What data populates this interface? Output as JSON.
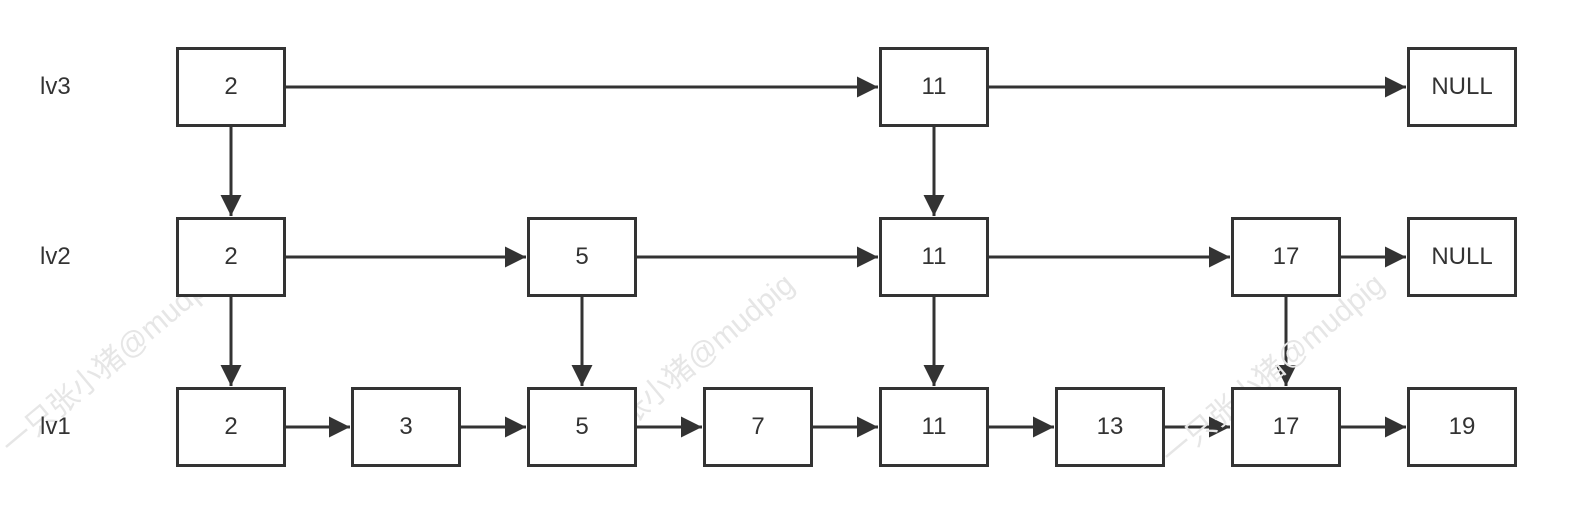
{
  "levels": [
    {
      "label": "lv3",
      "nodes": [
        {
          "col": 0,
          "text": "2"
        },
        {
          "col": 4,
          "text": "11"
        },
        {
          "col": 7,
          "text": "NULL"
        }
      ]
    },
    {
      "label": "lv2",
      "nodes": [
        {
          "col": 0,
          "text": "2"
        },
        {
          "col": 2,
          "text": "5"
        },
        {
          "col": 4,
          "text": "11"
        },
        {
          "col": 6,
          "text": "17"
        },
        {
          "col": 7,
          "text": "NULL"
        }
      ]
    },
    {
      "label": "lv1",
      "nodes": [
        {
          "col": 0,
          "text": "2"
        },
        {
          "col": 1,
          "text": "3"
        },
        {
          "col": 2,
          "text": "5"
        },
        {
          "col": 3,
          "text": "7"
        },
        {
          "col": 4,
          "text": "11"
        },
        {
          "col": 5,
          "text": "13"
        },
        {
          "col": 6,
          "text": "17"
        },
        {
          "col": 7,
          "text": "19"
        }
      ]
    }
  ],
  "down_links": [
    {
      "from_level": 0,
      "to_level": 1,
      "col": 0
    },
    {
      "from_level": 0,
      "to_level": 1,
      "col": 4
    },
    {
      "from_level": 1,
      "to_level": 2,
      "col": 0
    },
    {
      "from_level": 1,
      "to_level": 2,
      "col": 2
    },
    {
      "from_level": 1,
      "to_level": 2,
      "col": 4
    },
    {
      "from_level": 1,
      "to_level": 2,
      "col": 6
    }
  ],
  "watermark": "一只张小猪@mudpig",
  "colors": {
    "stroke": "#333333",
    "text": "#333333",
    "watermark": "#e6e6e6"
  }
}
